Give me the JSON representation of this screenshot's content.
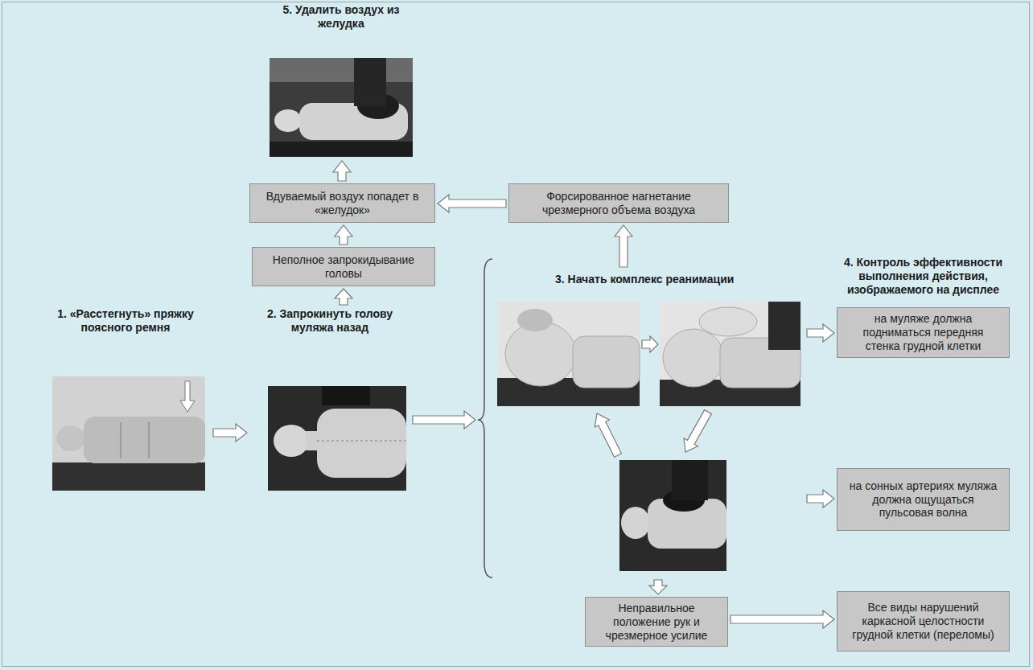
{
  "diagram": {
    "nodes": [
      {
        "text": [
          "5. Удалить воздух из желудка"
        ]
      },
      {
        "text": [
          "Вдуваемый воздух попадет в «желудок»"
        ]
      },
      {
        "text": [
          "Форсированное нагнетание чрезмерного объема воздуха"
        ]
      },
      {
        "text": [
          "Неполное запрокидывание головы"
        ]
      },
      {
        "text": [
          "1. «Расстегнуть» пряжку поясного ремня"
        ]
      },
      {
        "text": [
          "2. Запрокинуть голову муляжа назад"
        ]
      },
      {
        "text": [
          "3. Начать комплекс реанимации"
        ]
      },
      {
        "text": [
          "4. Контроль эффективности выполнения действия, изображаемого на дисплее",
          "на муляже должна подниматься передняя стенка грудной клетки"
        ]
      },
      {
        "text": [
          "на сонных артериях муляжа должна ощущаться пульсовая волна"
        ]
      },
      {
        "text": [
          "Неправильное положение рук и чрезмерное усилие"
        ]
      },
      {
        "text": [
          "Все виды нарушений каркасной целостности грудной клетки (переломы)"
        ]
      }
    ],
    "edges": [
      {
        "from": 1,
        "to": 0,
        "arrow": "to"
      },
      {
        "from": 2,
        "to": 1,
        "arrow": "to"
      },
      {
        "from": 3,
        "to": 1,
        "arrow": "to"
      },
      {
        "from": 4,
        "to": 5,
        "arrow": "to"
      },
      {
        "from": 5,
        "to": 3,
        "arrow": "to"
      },
      {
        "from": 5,
        "to": 6,
        "arrow": "to"
      },
      {
        "from": 6,
        "to": 2,
        "arrow": "to"
      },
      {
        "from": 6,
        "to": 7,
        "arrow": "to"
      },
      {
        "from": 6,
        "to": 8,
        "arrow": "to"
      },
      {
        "from": 6,
        "to": 9,
        "arrow": "to"
      },
      {
        "from": 9,
        "to": 10,
        "arrow": "to"
      }
    ]
  }
}
